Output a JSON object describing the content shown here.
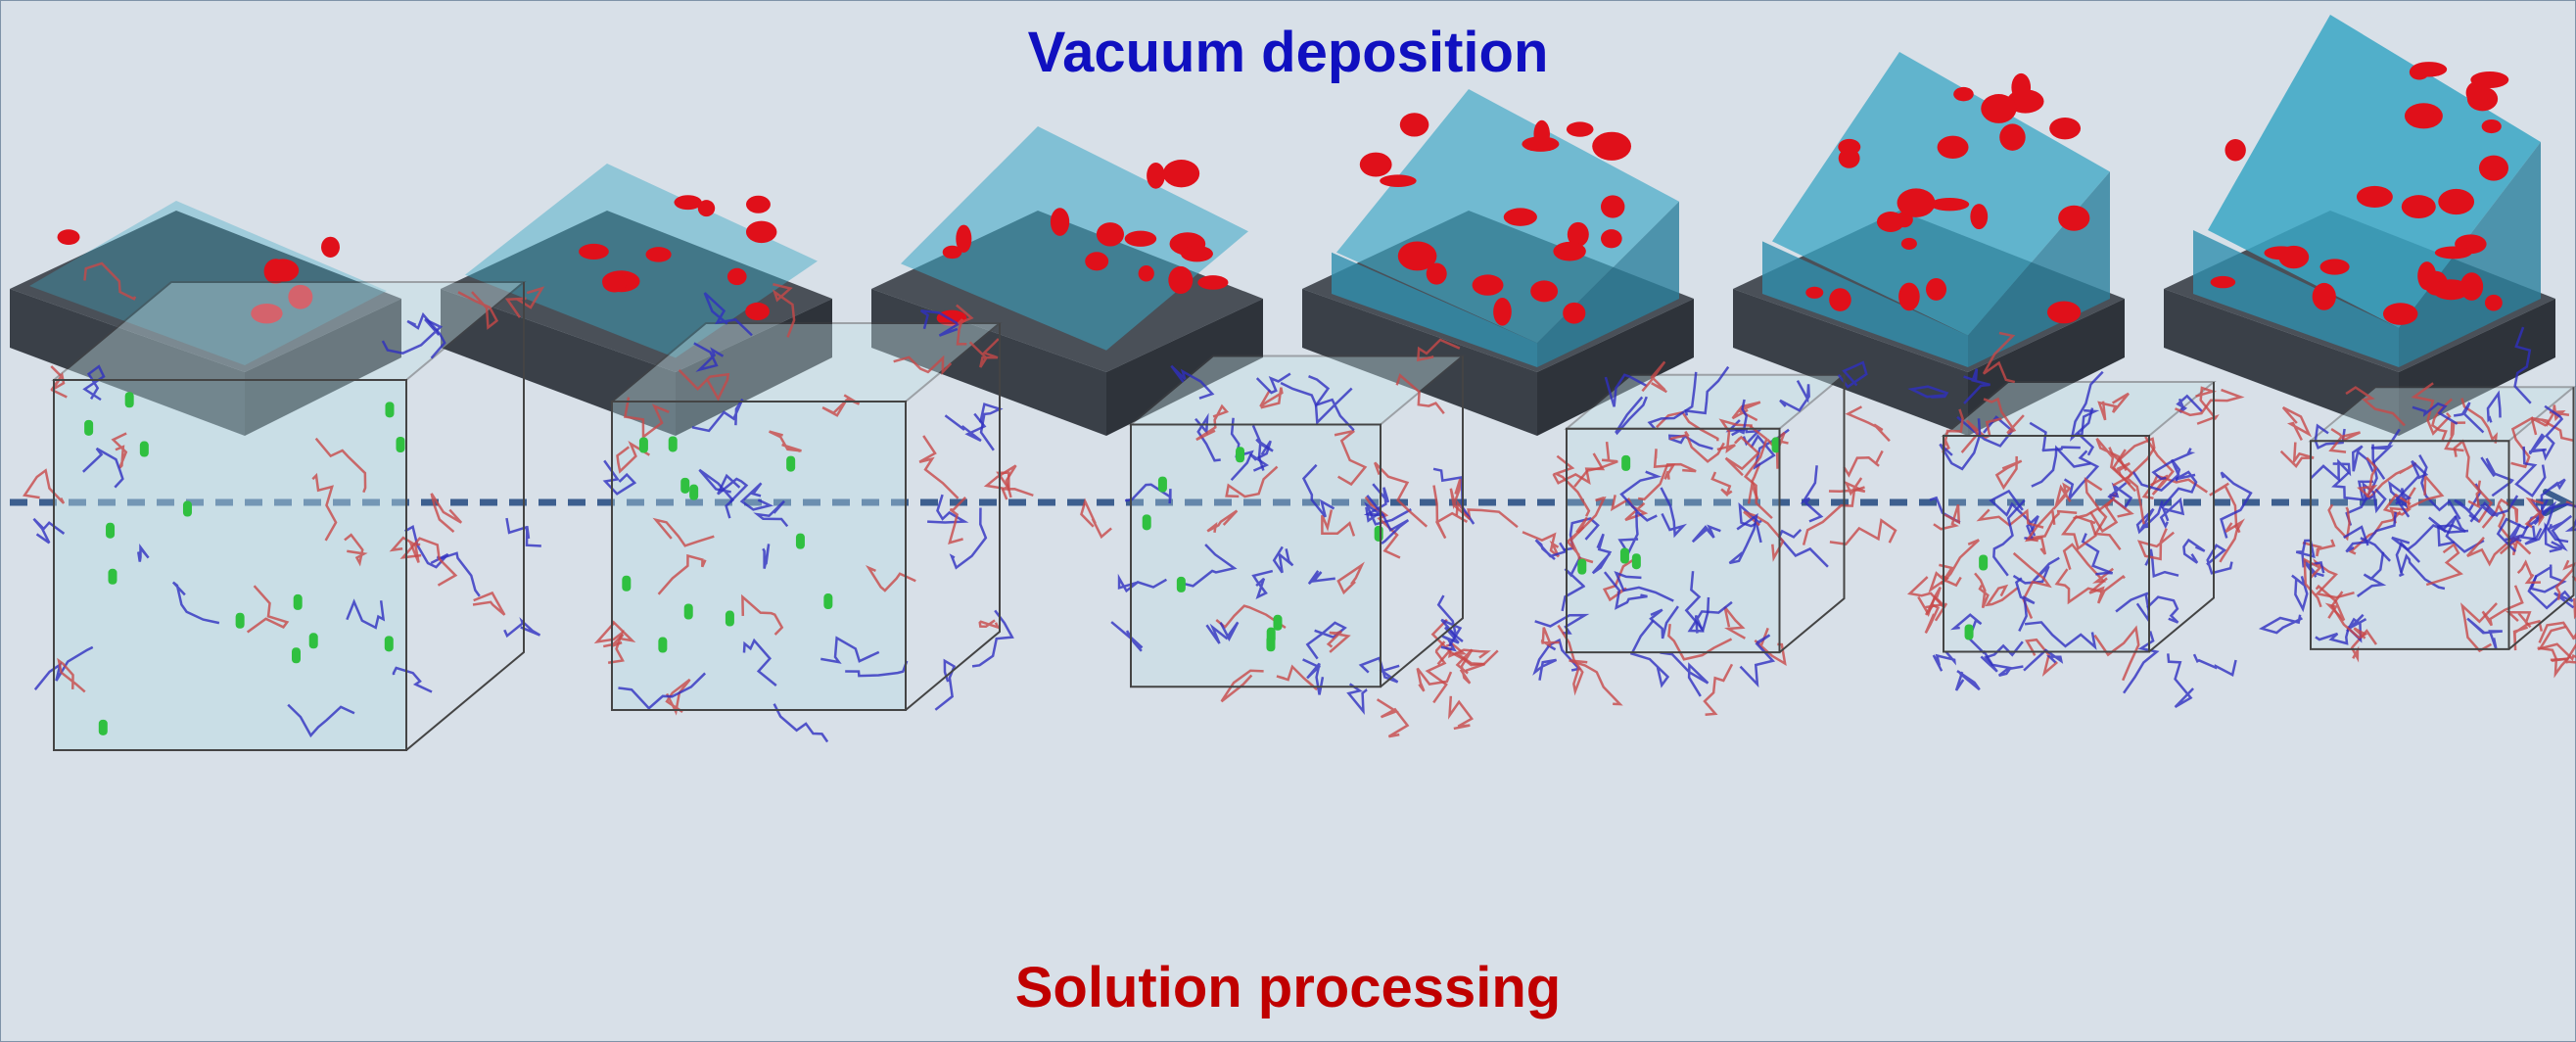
{
  "top_label": "Vacuum deposition",
  "bottom_label": "Solution processing",
  "colors": {
    "top_label": "#1010c0",
    "bottom_label": "#c00000",
    "arrow": "#3d5f8f",
    "background": "#d8e0e8",
    "substrate": "#3a4048",
    "film_host": "#3aa6c4",
    "film_dopant": "#e0101a",
    "chain_a": "#3030c0",
    "chain_b": "#c84848",
    "solvent": "#30c040"
  },
  "film_stages": 6,
  "solution_stages": 6
}
